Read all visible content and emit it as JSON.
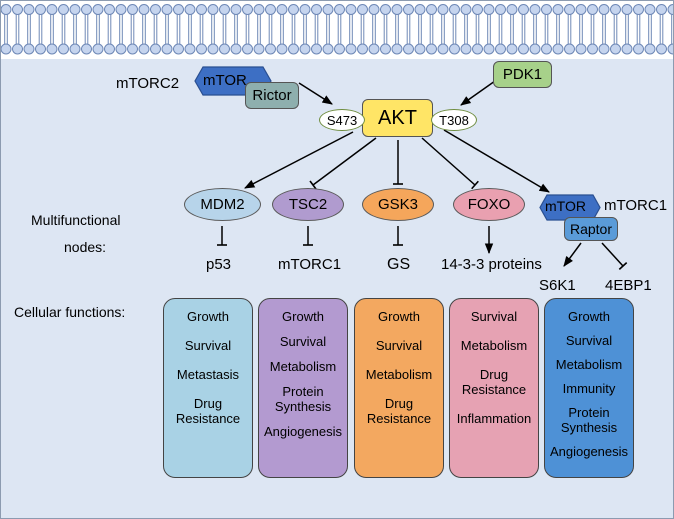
{
  "akt": "AKT",
  "sites": {
    "s473": "S473",
    "t308": "T308"
  },
  "upstream": {
    "mtorc2_label": "mTORC2",
    "mtor": "mTOR",
    "rictor": "Rictor",
    "pdk1": "PDK1"
  },
  "row_labels": {
    "nodes_line1": "Multifunctional",
    "nodes_line2": "nodes:",
    "cellular": "Cellular functions:"
  },
  "nodes": {
    "mdm2": "MDM2",
    "tsc2": "TSC2",
    "gsk3": "GSK3",
    "foxo": "FOXO",
    "mtor": "mTOR",
    "raptor": "Raptor",
    "mtorc1_label": "mTORC1"
  },
  "targets": {
    "p53": "p53",
    "mtorc1": "mTORC1",
    "gs": "GS",
    "proteins": "14-3-3 proteins",
    "s6k1": "S6K1",
    "4ebp1": "4EBP1"
  },
  "functions": [
    {
      "items": [
        "Growth",
        "Survival",
        "Metastasis",
        "Drug\nResistance"
      ]
    },
    {
      "items": [
        "Growth",
        "Survival",
        "Metabolism",
        "Protein\nSynthesis",
        "Angiogenesis"
      ]
    },
    {
      "items": [
        "Growth",
        "Survival",
        "Metabolism",
        "Drug\nResistance"
      ]
    },
    {
      "items": [
        "Survival",
        "Metabolism",
        "Drug\nResistance",
        "Inflammation"
      ]
    },
    {
      "items": [
        "Growth",
        "Survival",
        "Metabolism",
        "Immunity",
        "Protein\nSynthesis",
        "Angiogenesis"
      ]
    }
  ],
  "colors": {
    "background": "#dde6f3",
    "akt": "#ffe566",
    "mtor": "#3d6fc4",
    "rictor": "#8eafae",
    "pdk1": "#a7d18a",
    "mdm2": "#b7d4ea",
    "tsc2": "#b09bcf",
    "gsk3": "#f5a65b",
    "foxo": "#e9a0b0",
    "raptor": "#5a9bd8",
    "card_1": "#a9d2e5",
    "card_2": "#b39ad0",
    "card_3": "#f3a860",
    "card_4": "#e6a2b3",
    "card_5": "#4e91d6"
  }
}
